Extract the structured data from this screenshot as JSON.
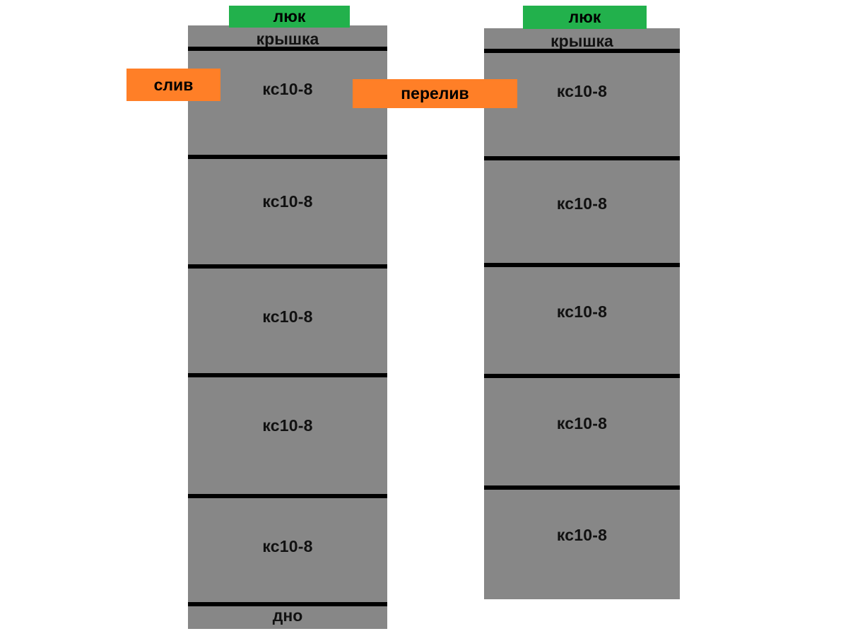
{
  "diagram": {
    "type": "septic-tank-cross-section",
    "title": "",
    "colors": {
      "concrete_ring": "#878787",
      "ring_joint_line": "#000000",
      "hatch": "#22b14c",
      "pipe": "#ff7f27",
      "background": "#ffffff",
      "text": "#111111"
    }
  },
  "chambers": [
    {
      "id": "chamber-left",
      "name": "left-chamber",
      "hatch_label": "люк",
      "cap_label": "крышка",
      "bottom_label": "дно",
      "ring_count": 5,
      "rings": [
        {
          "label": "кс10-8"
        },
        {
          "label": "кс10-8"
        },
        {
          "label": "кс10-8"
        },
        {
          "label": "кс10-8"
        },
        {
          "label": "кс10-8"
        }
      ]
    },
    {
      "id": "chamber-right",
      "name": "right-chamber",
      "hatch_label": "люк",
      "cap_label": "крышка",
      "bottom_label": "",
      "ring_count": 5,
      "rings": [
        {
          "label": "кс10-8"
        },
        {
          "label": "кс10-8"
        },
        {
          "label": "кс10-8"
        },
        {
          "label": "кс10-8"
        },
        {
          "label": "кс10-8"
        }
      ]
    }
  ],
  "pipes": [
    {
      "id": "pipe-drain",
      "label": "слив"
    },
    {
      "id": "pipe-overflow",
      "label": "перелив"
    }
  ]
}
